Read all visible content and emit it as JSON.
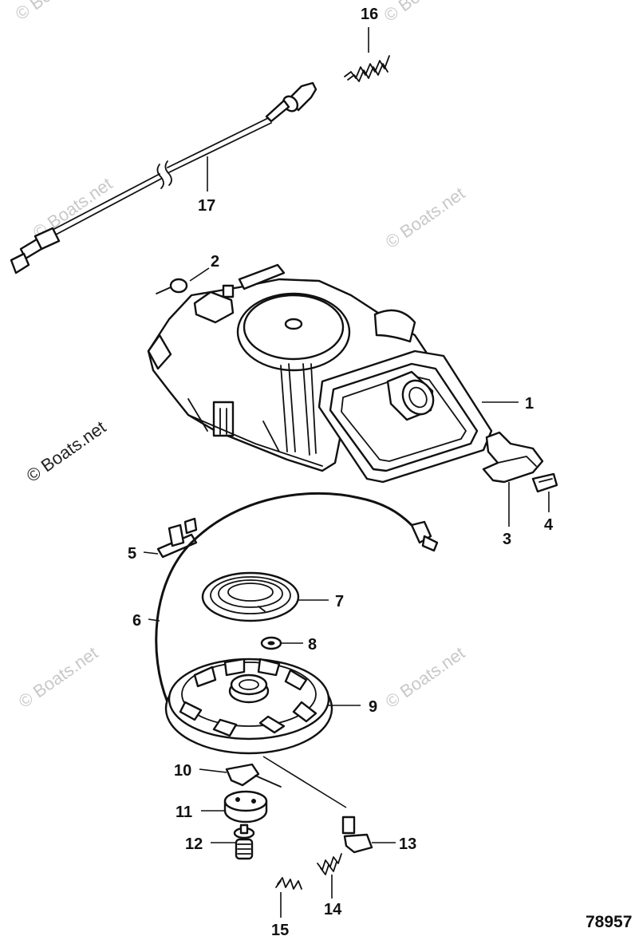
{
  "figure_number": "78957",
  "watermarks": [
    "© Boats.net",
    "© Boats.net",
    "© Boats.net",
    "© Boats.net",
    "© Boats.net",
    "© Boats.net",
    "© Boats.net"
  ],
  "callouts": [
    "1",
    "2",
    "3",
    "4",
    "5",
    "6",
    "7",
    "8",
    "9",
    "10",
    "11",
    "12",
    "13",
    "14",
    "15",
    "16",
    "17"
  ]
}
